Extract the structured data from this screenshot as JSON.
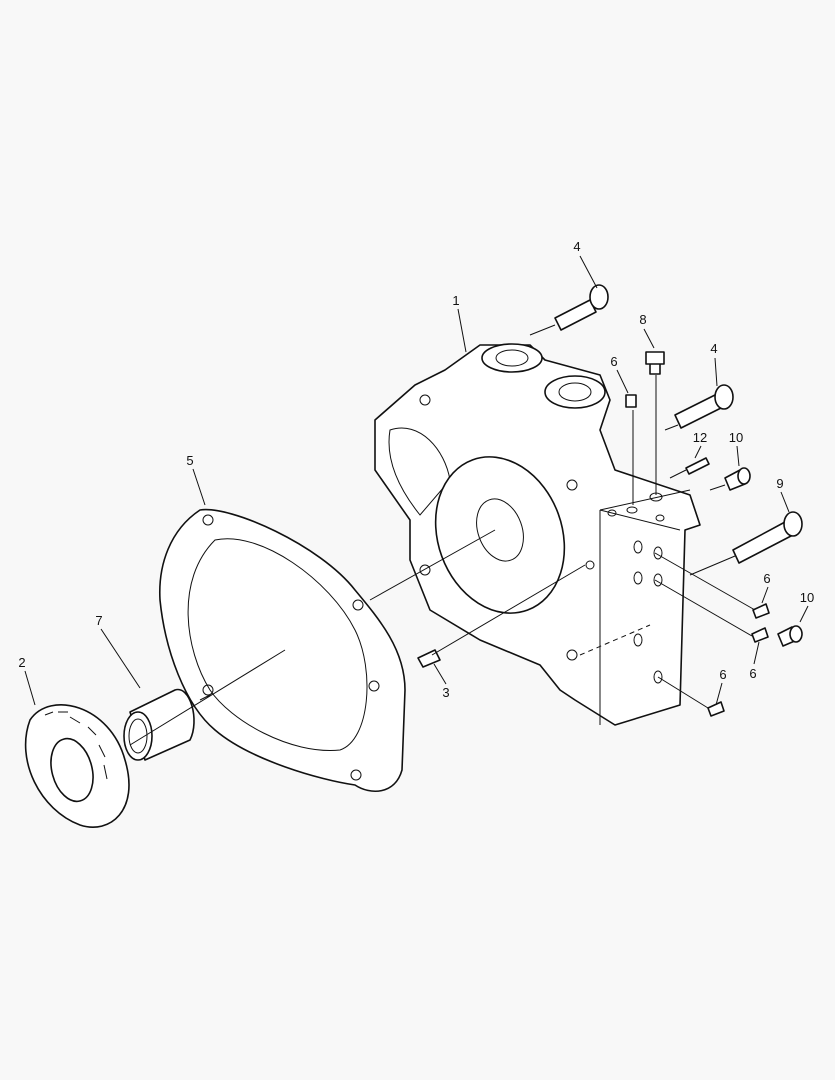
{
  "background": "#f8f8f8",
  "callouts": [
    {
      "part": "housing",
      "label": "1"
    },
    {
      "part": "port-plate",
      "label": "2"
    },
    {
      "part": "dowel-pin",
      "label": "3"
    },
    {
      "part": "cap-screw-upper",
      "label": "4"
    },
    {
      "part": "cap-screw-middle",
      "label": "4"
    },
    {
      "part": "gasket",
      "label": "5"
    },
    {
      "part": "plug-top",
      "label": "6"
    },
    {
      "part": "plug-right-upper",
      "label": "6"
    },
    {
      "part": "plug-right-lower",
      "label": "6"
    },
    {
      "part": "plug-bottom",
      "label": "6"
    },
    {
      "part": "needle-bearing",
      "label": "7"
    },
    {
      "part": "plug-hex",
      "label": "8"
    },
    {
      "part": "cap-screw-long",
      "label": "9"
    },
    {
      "part": "plug-upper",
      "label": "10"
    },
    {
      "part": "plug-lower",
      "label": "10"
    },
    {
      "part": "set-screw",
      "label": "12"
    }
  ]
}
